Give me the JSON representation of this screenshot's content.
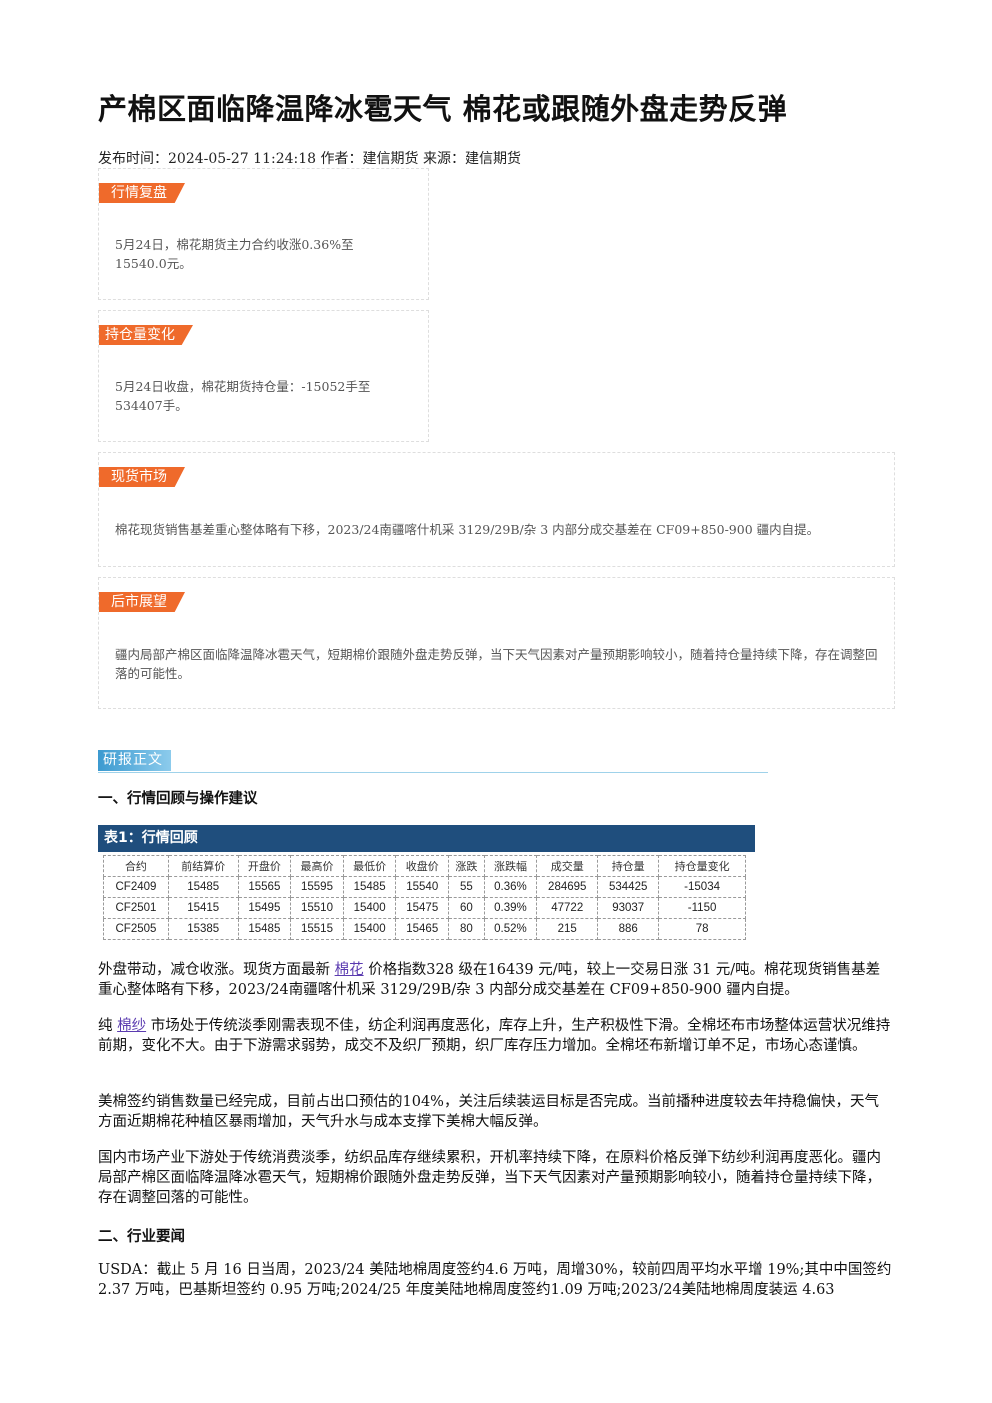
{
  "article": {
    "title": "产棉区面临降温降冰雹天气 棉花或跟随外盘走势反弹",
    "meta": "发布时间：2024-05-27 11:24:18 作者：建信期货 来源：建信期货"
  },
  "boxes": [
    {
      "tag": "行情复盘",
      "text": "5月24日，棉花期货主力合约收涨0.36%至15540.0元。"
    },
    {
      "tag": "持仓量变化",
      "text": "5月24日收盘，棉花期货持仓量：-15052手至534407手。"
    },
    {
      "tag": "现货市场",
      "text": "棉花现货销售基差重心整体略有下移，2023/24南疆喀什机采 3129/29B/杂 3 内部分成交基差在 CF09+850-900 疆内自提。"
    },
    {
      "tag": "后市展望",
      "text": "疆内局部产棉区面临降温降冰雹天气，短期棉价跟随外盘走势反弹，当下天气因素对产量预期影响较小，随着持仓量持续下降，存在调整回落的可能性。"
    }
  ],
  "report": {
    "section_label": "研报正文",
    "h1": "一、行情回顾与操作建议",
    "table_title": "表1：行情回顾",
    "table": {
      "headers": [
        "合约",
        "前结算价",
        "开盘价",
        "最高价",
        "最低价",
        "收盘价",
        "涨跌",
        "涨跌幅",
        "成交量",
        "持仓量",
        "持仓量变化"
      ],
      "rows": [
        [
          "CF2409",
          "15485",
          "15565",
          "15595",
          "15485",
          "15540",
          "55",
          "0.36%",
          "284695",
          "534425",
          "-15034"
        ],
        [
          "CF2501",
          "15415",
          "15495",
          "15510",
          "15400",
          "15475",
          "60",
          "0.39%",
          "47722",
          "93037",
          "-1150"
        ],
        [
          "CF2505",
          "15385",
          "15485",
          "15515",
          "15400",
          "15465",
          "80",
          "0.52%",
          "215",
          "886",
          "78"
        ]
      ]
    },
    "p1_a": "外盘带动，减仓收涨。现货方面最新 ",
    "p1_link": "棉花",
    "p1_b": " 价格指数328 级在16439 元/吨，较上一交易日涨 31 元/吨。棉花现货销售基差重心整体略有下移，2023/24南疆喀什机采 3129/29B/杂 3 内部分成交基差在 CF09+850-900 疆内自提。",
    "p2_a": "纯 ",
    "p2_link": "棉纱",
    "p2_b": " 市场处于传统淡季刚需表现不佳，纺企利润再度恶化，库存上升，生产积极性下滑。全棉坯布市场整体运营状况维持前期，变化不大。由于下游需求弱势，成交不及织厂预期，织厂库存压力增加。全棉坯布新增订单不足，市场心态谨慎。",
    "p3": "美棉签约销售数量已经完成，目前占出口预估的104%，关注后续装运目标是否完成。当前播种进度较去年持稳偏快，天气方面近期棉花种植区暴雨增加，天气升水与成本支撑下美棉大幅反弹。",
    "p4": "国内市场产业下游处于传统消费淡季，纺织品库存继续累积，开机率持续下降，在原料价格反弹下纺纱利润再度恶化。疆内局部产棉区面临降温降冰雹天气，短期棉价跟随外盘走势反弹，当下天气因素对产量预期影响较小，随着持仓量持续下降，存在调整回落的可能性。",
    "h2": "二、行业要闻",
    "p5": "USDA：截止 5 月 16 日当周，2023/24 美陆地棉周度签约4.6 万吨，周增30%，较前四周平均水平增 19%;其中中国签约2.37 万吨，巴基斯坦签约 0.95 万吨;2024/25 年度美陆地棉周度签约1.09 万吨;2023/24美陆地棉周度装运 4.63"
  },
  "colors": {
    "tag_orange": "#ef6a2b",
    "table_header_blue": "#1f4e7d",
    "section_blue": "#3c9ad0",
    "link_purple": "#5b3bb0"
  }
}
